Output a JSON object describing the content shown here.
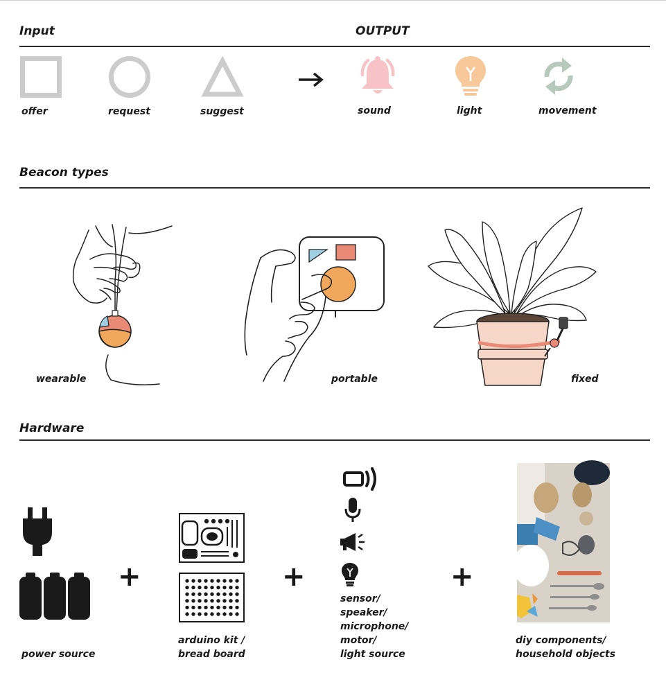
{
  "section_input": {
    "title": "Input",
    "items": [
      {
        "label": "offer",
        "icon": "square-icon"
      },
      {
        "label": "request",
        "icon": "circle-icon"
      },
      {
        "label": "suggest",
        "icon": "triangle-icon"
      }
    ]
  },
  "section_output": {
    "title": "OUTPUT",
    "items": [
      {
        "label": "sound",
        "icon": "bell-icon"
      },
      {
        "label": "light",
        "icon": "lightbulb-icon"
      },
      {
        "label": "movement",
        "icon": "cycle-arrows-icon"
      }
    ]
  },
  "section_beacons": {
    "title": "Beacon types",
    "items": [
      {
        "label": "wearable"
      },
      {
        "label": "portable"
      },
      {
        "label": "fixed"
      }
    ]
  },
  "section_hardware": {
    "title": "Hardware",
    "items": [
      {
        "label": "power source"
      },
      {
        "label": "arduino kit /\nbread board"
      },
      {
        "label": "sensor/\nspeaker/\nmicrophone/\nmotor/\nlight source"
      },
      {
        "label": "diy components/\nhousehold objects"
      }
    ],
    "plus": "+"
  },
  "colors": {
    "input_gray": "#cccccc",
    "sound_pink": "#f7c3c6",
    "light_orange": "#f7c89a",
    "movement_green": "#b7c9bd",
    "beacon_red": "#e88a76",
    "beacon_orange": "#f2a85c",
    "beacon_blue": "#9ed1e3",
    "pot_pink": "#f6d7c7"
  }
}
